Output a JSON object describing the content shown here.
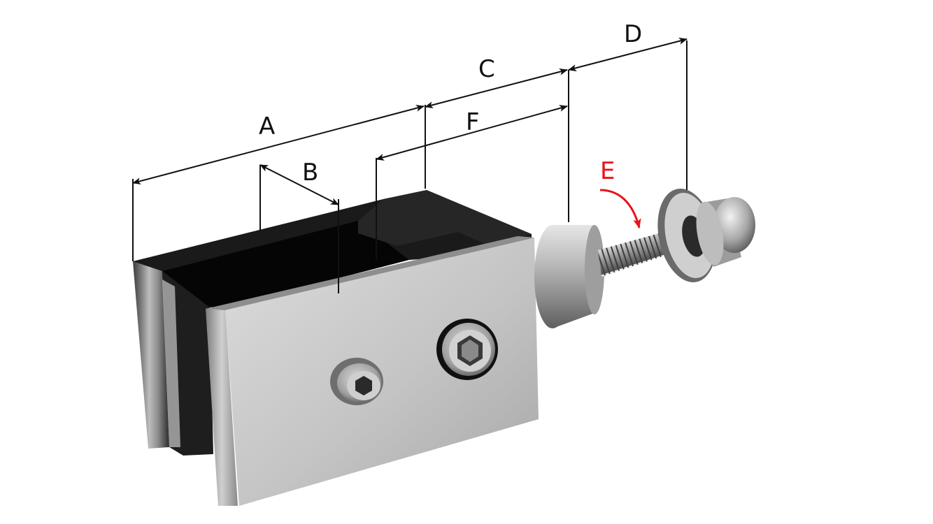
{
  "diagram": {
    "labels": {
      "A": "A",
      "B": "B",
      "C": "C",
      "D": "D",
      "E": "E",
      "F": "F"
    },
    "colors": {
      "dimension_line": "#111111",
      "highlight": "#e8141b",
      "metal_light": "#d9d9d9",
      "metal_mid": "#a9a9a9",
      "metal_dark": "#4a4a4a",
      "slot_black": "#070707"
    },
    "components": [
      "clamp-body",
      "front-plate",
      "grub-screw-icon",
      "hex-socket-screw-icon",
      "threaded-bolt",
      "washer",
      "dome-nut"
    ]
  }
}
